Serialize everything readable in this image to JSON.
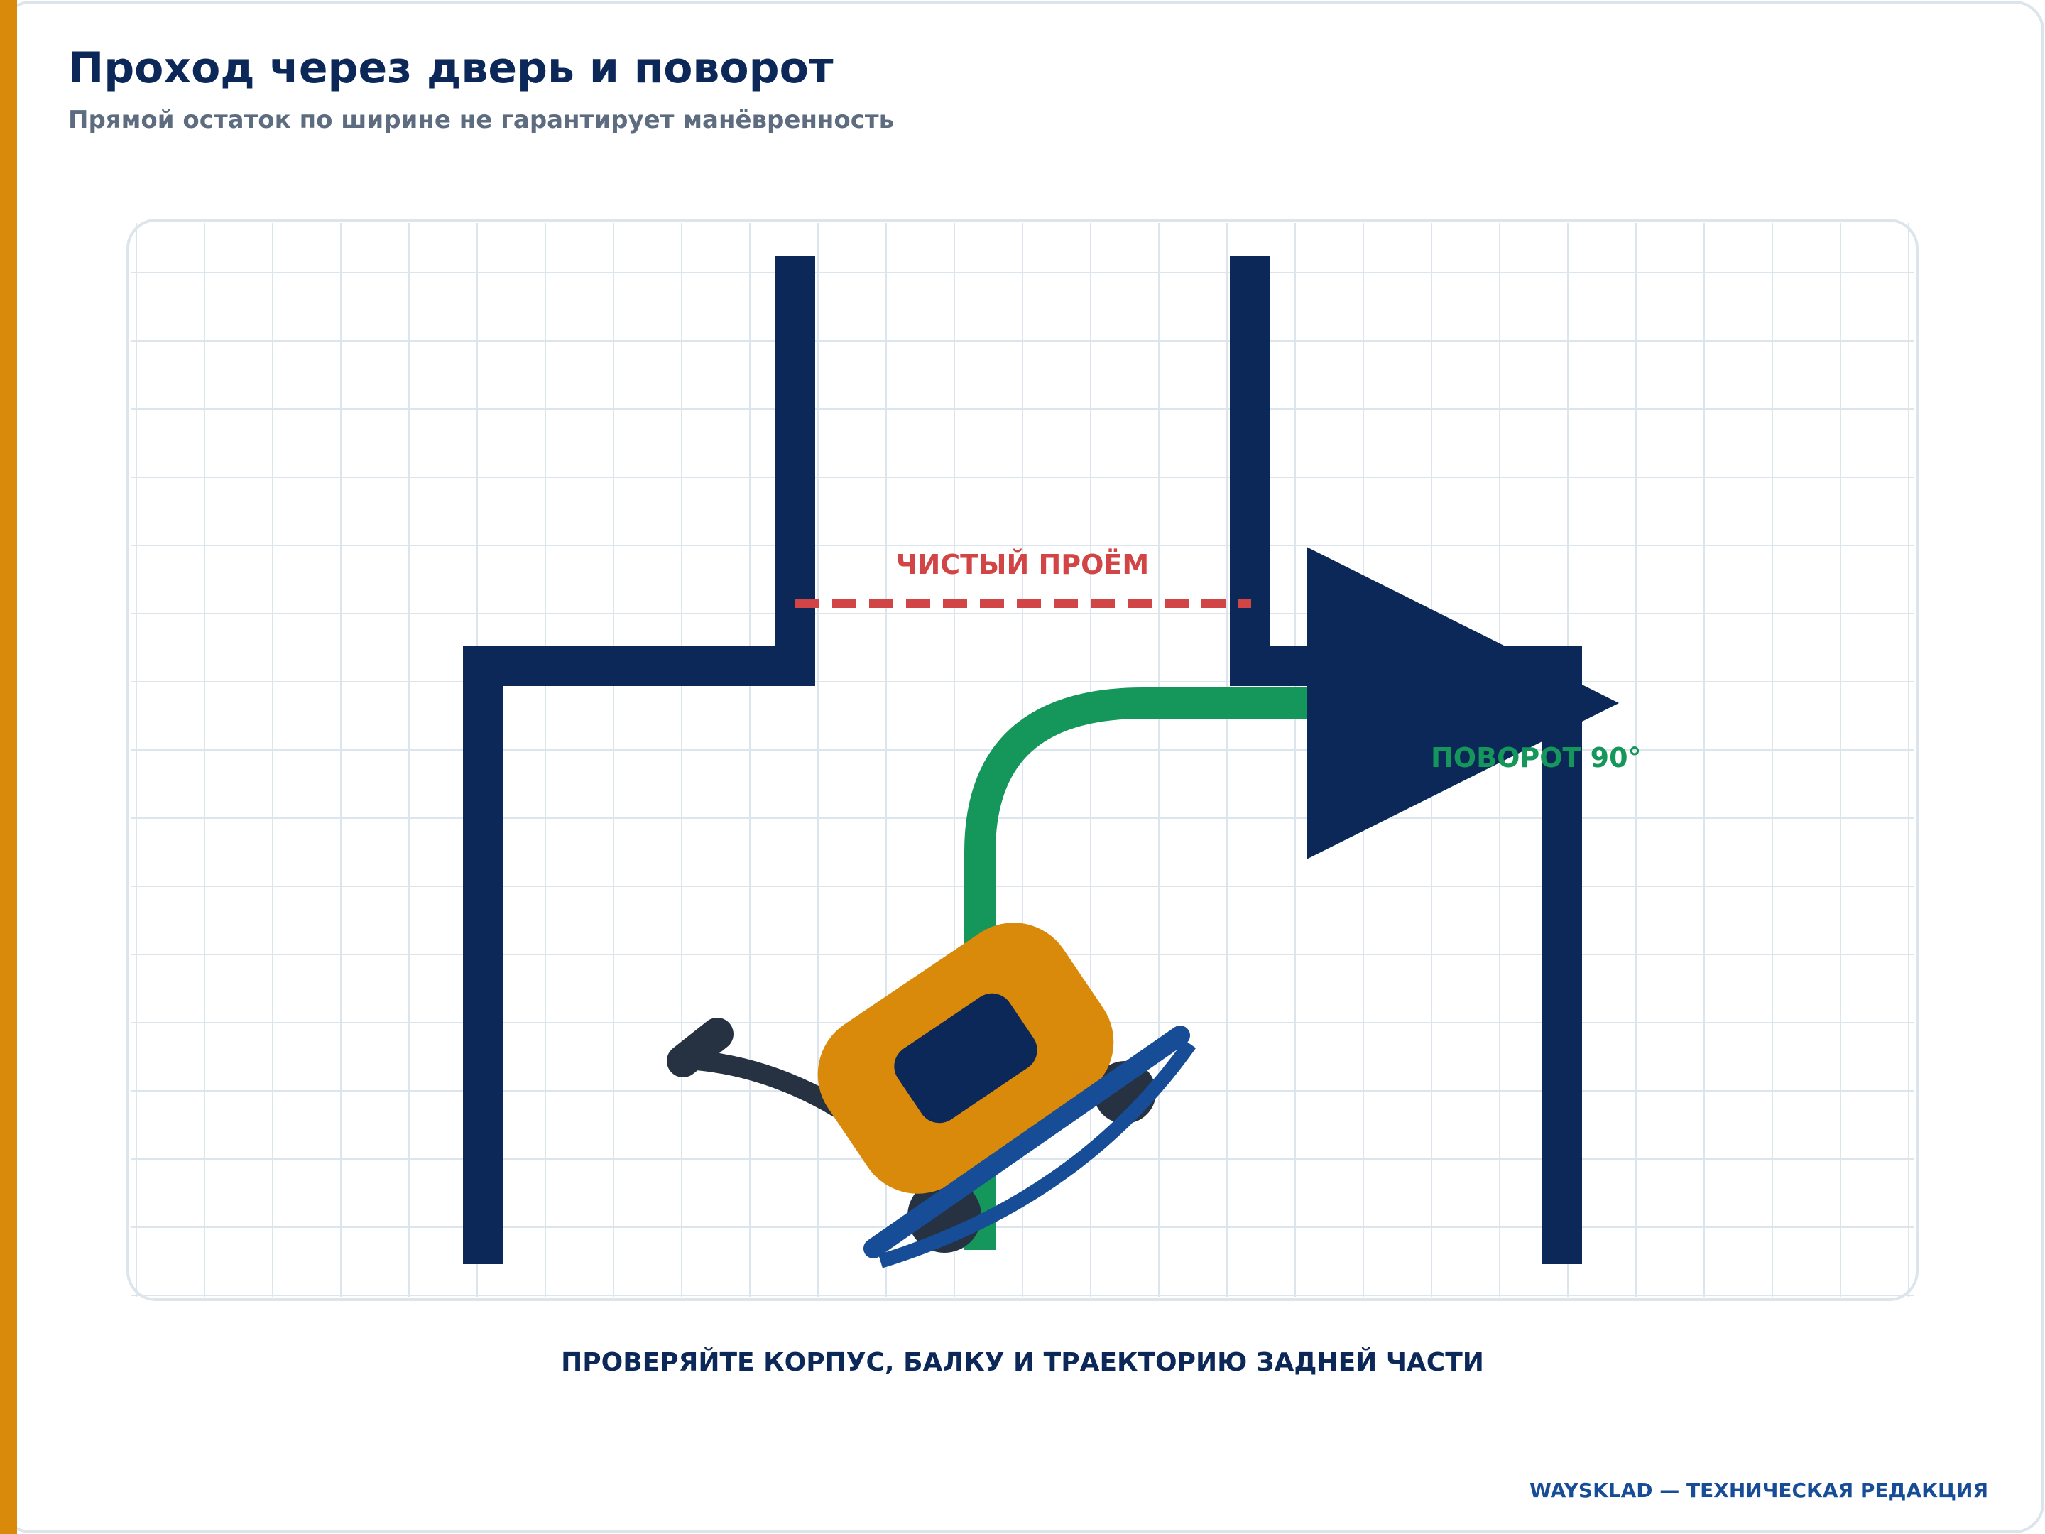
{
  "header": {
    "title": "Проход через дверь и поворот",
    "subtitle": "Прямой остаток по ширине не гарантирует манёвренность"
  },
  "diagram": {
    "clear_opening_label": "ЧИСТЫЙ ПРОЁМ",
    "turn_label": "ПОВОРОТ 90°",
    "caption": "ПРОВЕРЯЙТЕ КОРПУС, БАЛКУ И ТРАЕКТОРИЮ ЗАДНЕЙ ЧАСТИ"
  },
  "footer": {
    "credit": "WAYSKLAD — ТЕХНИЧЕСКАЯ РЕДАКЦИЯ"
  },
  "colors": {
    "accent": "#D98A0B",
    "navy": "#0C2859",
    "green": "#15965A",
    "red": "#D24546",
    "blue": "#174C96",
    "dark": "#263241",
    "grid": "#DCE5EC",
    "muted": "#5E6C80"
  }
}
